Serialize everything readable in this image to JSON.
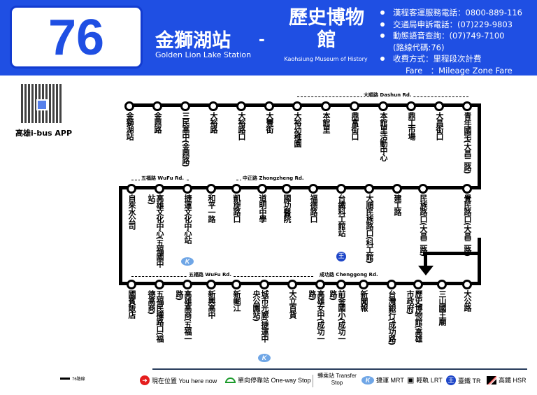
{
  "route": {
    "number": "76",
    "from": "金獅湖站",
    "from_en": "Golden Lion Lake Station",
    "separator": "-",
    "to": "歷史博物館",
    "to_en": "Kaohsiung Museum of History"
  },
  "info": [
    "漢程客運服務電話：0800-889-116",
    "交通局申訴電話：(07)229-9803",
    "動態語音查詢：(07)749-7100",
    "(路線代碼:76)",
    "收費方式：里程段次計費",
    "Fare　：Mileage Zone Fare"
  ],
  "app": {
    "label": "高雄i-bus APP"
  },
  "roads": [
    {
      "name": "大順路 Dashun Rd."
    },
    {
      "name": "五福路 WuFu Rd."
    },
    {
      "name": "中正路 Zhongzheng Rd."
    },
    {
      "name": "五福路 WuFu Rd."
    },
    {
      "name": "成功路 Chenggong Rd."
    }
  ],
  "row1": [
    "金獅湖站",
    "金鼎路",
    "三民高中(金鼎路)",
    "大裕路",
    "大裕路口",
    "大豐街",
    "大裕幼稚園",
    "本館里",
    "鼎富街口",
    "本館里活動中心",
    "鼎工市場",
    "大昌街口",
    "青年國宅(大昌二路)"
  ],
  "row2": [
    "自來水公司",
    "高雄文化中心(五福國中站)",
    "捷運文化中心站",
    "和平一路",
    "凱旋路口",
    "道明中學",
    "國功醫院",
    "福德路口",
    "台鐵科工館站",
    "大順民族路口(科工館)",
    "建工路",
    "民族路口(大昌二路)",
    "覺民路口(大昌二路)"
  ],
  "row3": [
    "國賓飯店",
    "五福民權路口(福德高商)",
    "高雄高商(五福一路)",
    "新興高中",
    "新崛江",
    "城市光廊(捷運中央公園站)",
    "大立百貨",
    "高雄女中(成功一路)",
    "前金國小(成功一路)",
    "新聞報",
    "台灣銀行(成功路)",
    "歷史博物館(高雄市政府)",
    "三山國王廟",
    "大公路"
  ],
  "legend": {
    "route_line": "76路線",
    "you_are_here": "現在位置 You here now",
    "one_way": "單向停靠站 One-way Stop",
    "transfer": "轉乘站 Transfer Stop",
    "mrt": "捷運 MRT",
    "lrt": "輕軌 LRT",
    "tr": "臺鐵 TR",
    "hsr": "高鐵 HSR",
    "k": "K",
    "tr_glyph": "王"
  }
}
